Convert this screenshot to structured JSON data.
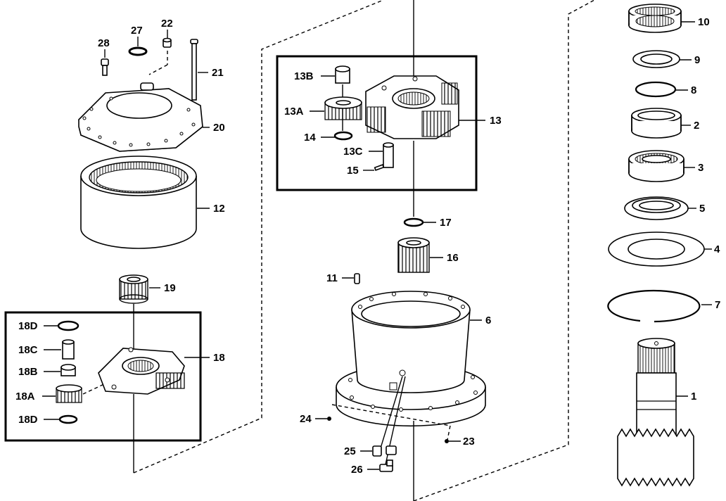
{
  "labels": {
    "p1": "1",
    "p2": "2",
    "p3": "3",
    "p4": "4",
    "p5": "5",
    "p6": "6",
    "p7": "7",
    "p8": "8",
    "p9": "9",
    "p10": "10",
    "p11": "11",
    "p12": "12",
    "p13": "13",
    "p13a": "13A",
    "p13b": "13B",
    "p13c": "13C",
    "p14": "14",
    "p15": "15",
    "p16": "16",
    "p17": "17",
    "p18": "18",
    "p18a": "18A",
    "p18b": "18B",
    "p18c": "18C",
    "p18d_top": "18D",
    "p18d_bottom": "18D",
    "p19": "19",
    "p20": "20",
    "p21": "21",
    "p22": "22",
    "p23": "23",
    "p24": "24",
    "p25": "25",
    "p26": "26",
    "p27": "27",
    "p28": "28"
  }
}
